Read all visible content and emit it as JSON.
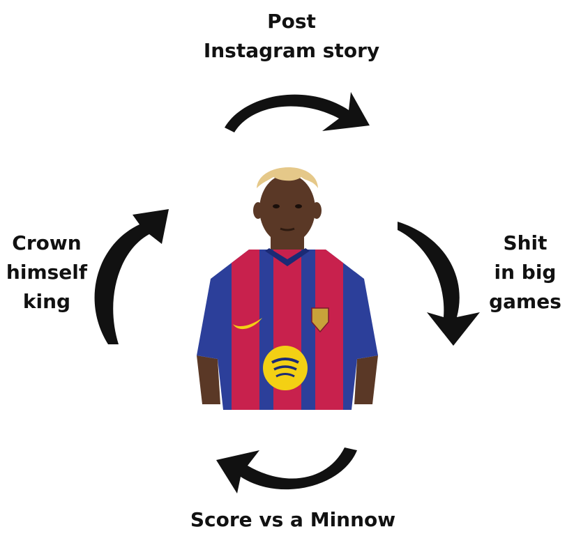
{
  "cycle": {
    "top_lines": [
      "Post",
      "Instagram story"
    ],
    "right_lines": [
      "Shit",
      "in big",
      "games"
    ],
    "bottom_lines": [
      "Score vs a Minnow"
    ],
    "left_lines": [
      "Crown",
      "himself",
      "king"
    ]
  },
  "colors": {
    "arrow": "#111111",
    "shirt_blue": "#2c3f9a",
    "shirt_red": "#c8214d",
    "sponsor_yellow": "#f3d014",
    "hair": "#e5c889",
    "skin": "#5a3826"
  },
  "icons": {
    "arrows": "curved-arrow-icon",
    "person": "footballer-photo"
  }
}
